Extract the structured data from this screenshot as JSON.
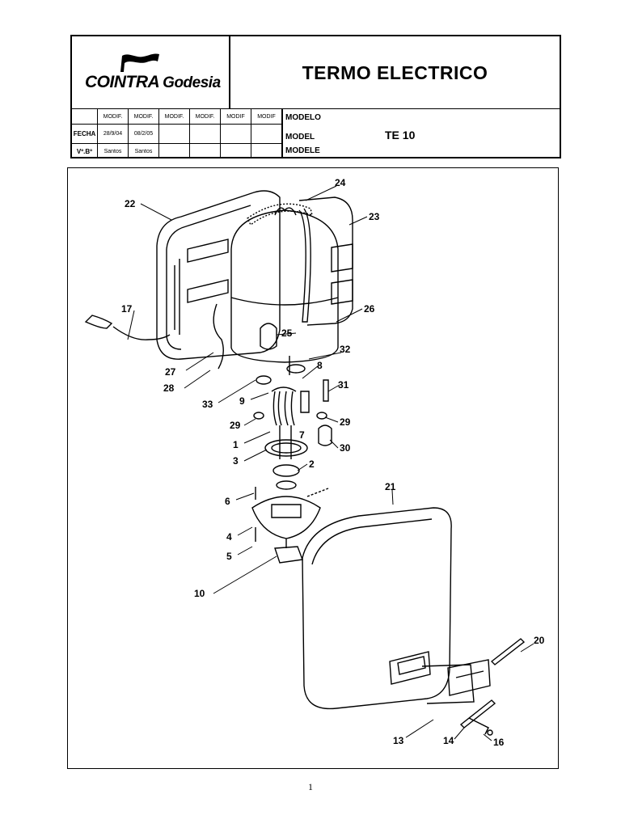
{
  "header": {
    "logo_text_1": "COINTRA",
    "logo_text_2": "Godesia",
    "title": "TERMO ELECTRICO"
  },
  "revisions": {
    "modif_headers": [
      "MODIF.",
      "MODIF.",
      "MODIF.",
      "MODIF.",
      "MODIF",
      "MODIF"
    ],
    "fecha_label": "FECHA",
    "fecha_values": [
      "28/9/04",
      "08/2/05",
      "",
      "",
      "",
      ""
    ],
    "vb_label": "Vº.Bº",
    "vb_values": [
      "Santos",
      "Santos",
      "",
      "",
      "",
      ""
    ]
  },
  "model": {
    "label_es": "MODELO",
    "label_en": "MODEL",
    "label_fr": "MODELE",
    "value": "TE 10"
  },
  "diagram": {
    "callouts": [
      "24",
      "22",
      "23",
      "26",
      "25",
      "17",
      "32",
      "8",
      "27",
      "31",
      "28",
      "33",
      "9",
      "29",
      "7",
      "29",
      "1",
      "30",
      "3",
      "2",
      "21",
      "6",
      "4",
      "5",
      "10",
      "20",
      "13",
      "14",
      "16"
    ]
  },
  "footer": {
    "page_number": "1"
  }
}
